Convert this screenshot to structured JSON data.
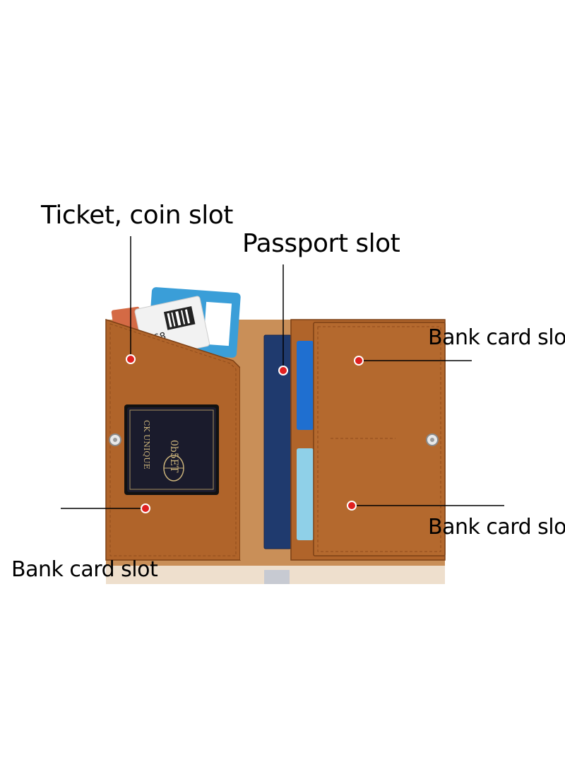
{
  "labels": {
    "ticket_coin_slot": "Ticket, coin slot",
    "passport_slot": "Passport slot",
    "bank_card_slot_top_right": "Bank card slot",
    "bank_card_slot_bottom_right": "Bank card slot",
    "bank_card_slot_bottom_left": "Bank card slot"
  },
  "items": {
    "boarding_pass_code": "68",
    "passport_text_1": "0b5ET",
    "passport_text_2": "CK UNIQUE"
  },
  "colors": {
    "leather": "#b0642a",
    "leather_dark": "#8f4c1c",
    "lining": "#c98f58",
    "passport_blue": "#1f3a6e",
    "marker_red": "#e02020",
    "card_blue": "#3a9ed8"
  }
}
